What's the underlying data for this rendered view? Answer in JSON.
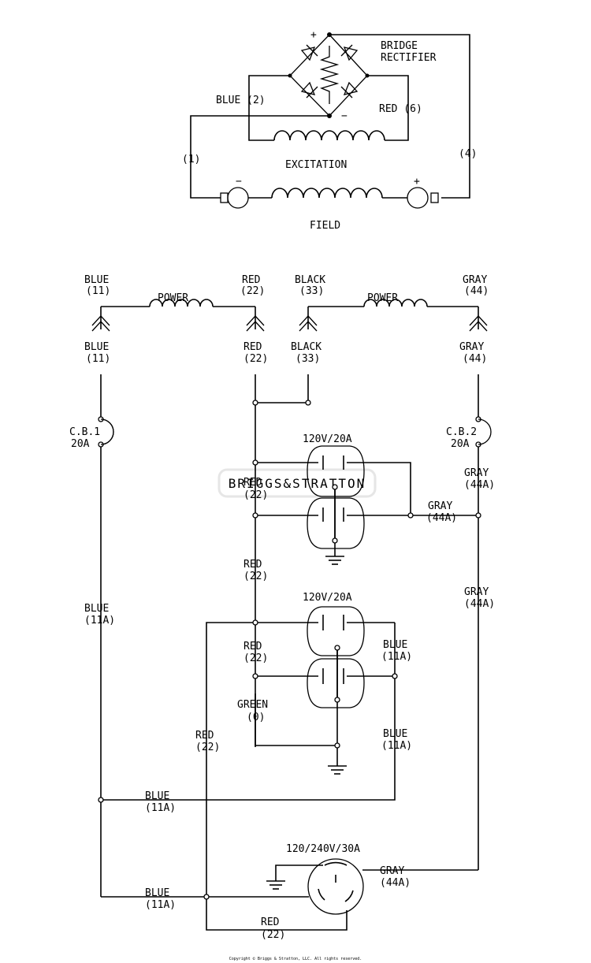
{
  "labels": {
    "bridge_1": "BRIDGE",
    "bridge_2": "RECTIFIER",
    "plus": "+",
    "minus": "−",
    "blue_2": "BLUE (2)",
    "red_6": "RED (6)",
    "wire_1": "(1)",
    "wire_4": "(4)",
    "excitation": "EXCITATION",
    "field": "FIELD",
    "blue": "BLUE",
    "red": "RED",
    "black": "BLACK",
    "gray": "GRAY",
    "green": "GREEN",
    "power": "POWER",
    "n11": "(11)",
    "n22": "(22)",
    "n33": "(33)",
    "n44": "(44)",
    "n11a": "(11A)",
    "n44a": "(44A)",
    "n0": "(0)",
    "cb1": "C.B.1",
    "cb2": "C.B.2",
    "amp20": "20A",
    "rec1": "120V/20A",
    "rec2": "120V/20A",
    "rec3": "120/240V/30A"
  },
  "watermark": "BRIGGS&STRATTON",
  "copyright": "Copyright © Briggs & Stratton, LLC. All rights reserved."
}
